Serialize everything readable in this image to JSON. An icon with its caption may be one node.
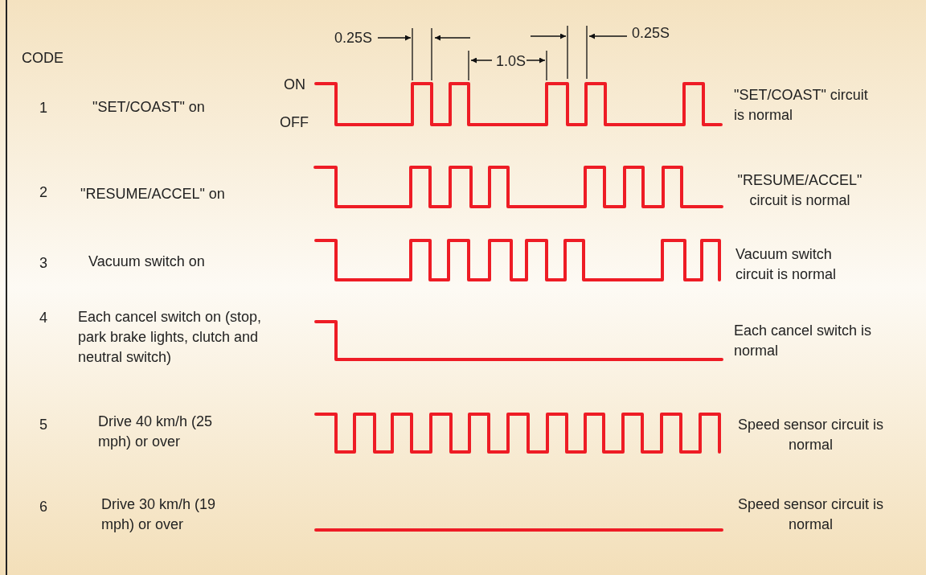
{
  "diagram": {
    "labels": [
      "0.25S",
      "0.25S",
      "CODE",
      "1.0S",
      "ON",
      "1",
      "\"SET/COAST\" on",
      "\"SET/COAST\" circuit is normal",
      "OFF",
      "2",
      "\"RESUME/ACCEL\" on",
      "\"RESUME/ACCEL\" circuit is normal",
      "3",
      "Vacuum switch on",
      "Vacuum switch circuit is normal",
      "4",
      "Each cancel switch on (stop, park brake lights, clutch and neutral switch)",
      "Each cancel switch is normal",
      "5",
      "Drive 40 km/h (25 mph) or over",
      "Speed sensor circuit is normal",
      "6",
      "Drive 30 km/h (19 mph) or over",
      "Speed sensor circuit is normal"
    ]
  }
}
